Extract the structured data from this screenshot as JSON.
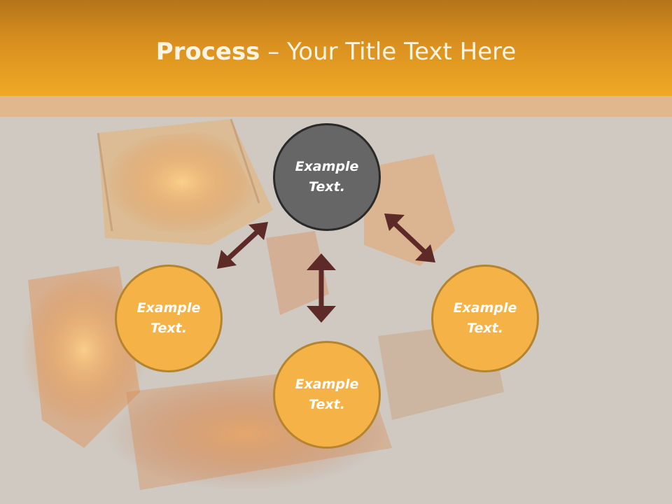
{
  "title": {
    "bold": "Process",
    "rest": " – Your Title Text Here"
  },
  "nodes": {
    "top": {
      "line1": "Example",
      "line2": "Text."
    },
    "left": {
      "line1": "Example",
      "line2": "Text."
    },
    "bottom": {
      "line1": "Example",
      "line2": "Text."
    },
    "right": {
      "line1": "Example",
      "line2": "Text."
    }
  },
  "colors": {
    "header": "#f0a926",
    "center_node": "#666666",
    "outer_node": "#f5b347",
    "arrow": "#5e2a28"
  }
}
